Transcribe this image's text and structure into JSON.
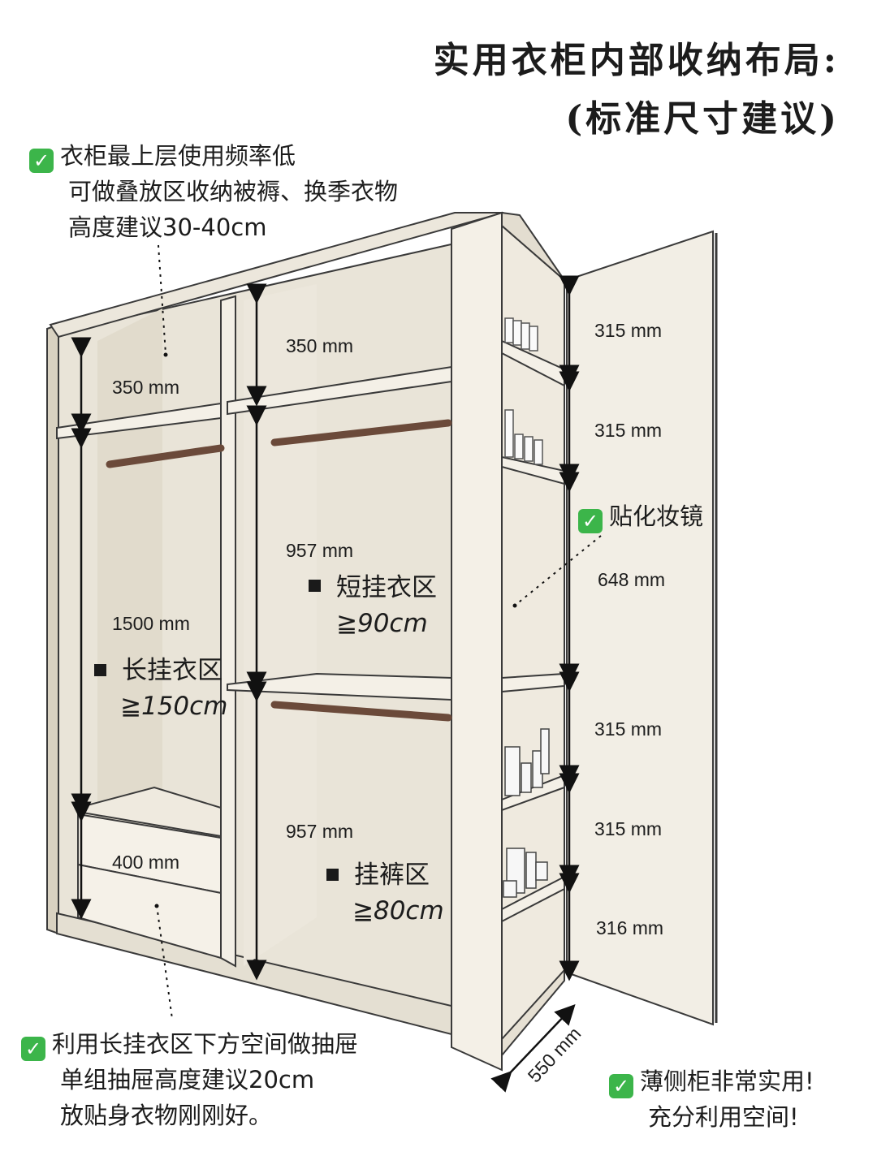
{
  "title": {
    "line1": "实用衣柜内部收纳布局:",
    "line2": "(标准尺寸建议)"
  },
  "notes": {
    "top": [
      "衣柜最上层使用频率低",
      "可做叠放区收纳被褥、换季衣物",
      "高度建议30-40cm"
    ],
    "drawer": [
      "利用长挂衣区下方空间做抽屉",
      "单组抽屉高度建议20cm",
      "放贴身衣物刚刚好。"
    ],
    "mirror": "贴化妆镜",
    "side": [
      "薄侧柜非常实用!",
      "充分利用空间!"
    ]
  },
  "dimensions": {
    "left_top": "350 mm",
    "left_long": "1500 mm",
    "left_drawer": "400 mm",
    "mid_top": "350 mm",
    "mid_short": "957 mm",
    "mid_pants": "957 mm",
    "side": [
      "315 mm",
      "315 mm",
      "648 mm",
      "315 mm",
      "315 mm",
      "316 mm"
    ],
    "depth": "550 mm"
  },
  "zones": {
    "long": {
      "name": "长挂衣区",
      "height": "≧150cm"
    },
    "short": {
      "name": "短挂衣区",
      "height": "≧90cm"
    },
    "pants": {
      "name": "挂裤区",
      "height": "≧80cm"
    }
  },
  "colors": {
    "panel": "#f1ede3",
    "panel_dark": "#ddd7c8",
    "edge": "#3a3a3a",
    "rod": "#6b4a3a",
    "check": "#3cb54a"
  },
  "icons": [
    "check-icon",
    "square-bullet-icon",
    "hanging-rod",
    "bottle-icon"
  ]
}
